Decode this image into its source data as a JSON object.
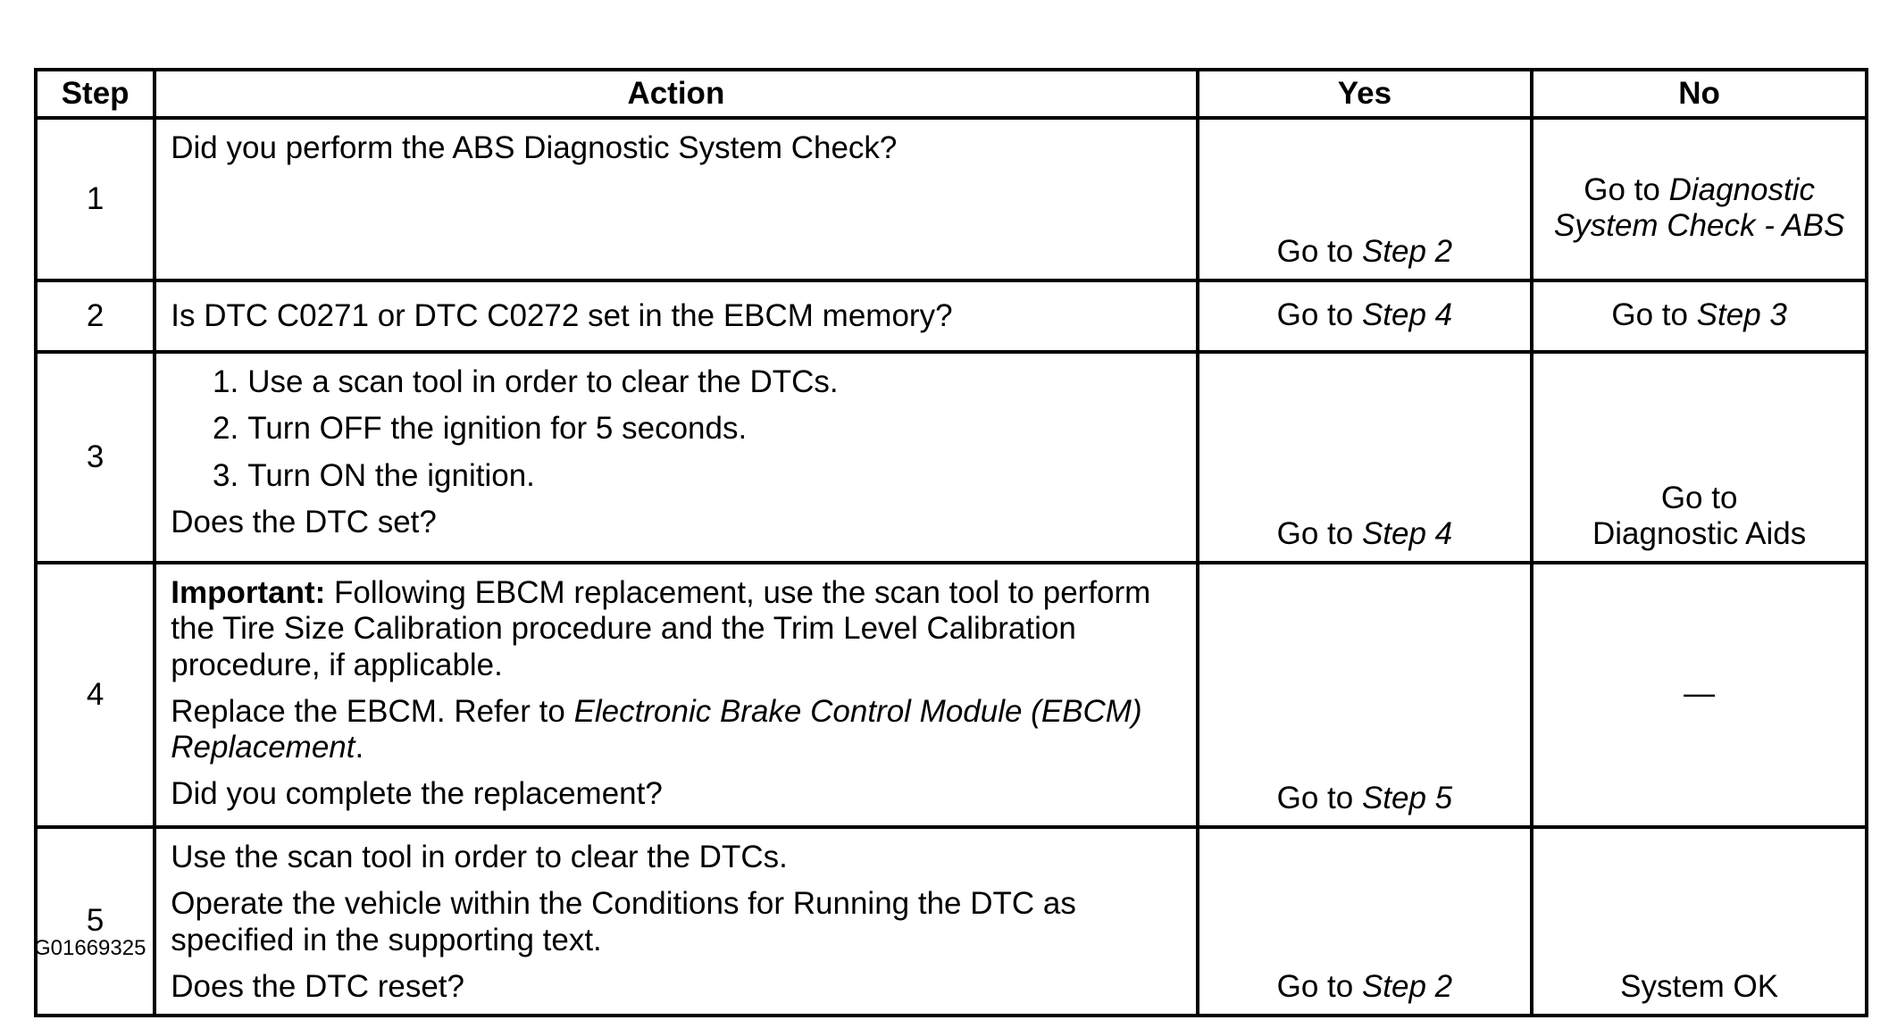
{
  "headers": {
    "step": "Step",
    "action": "Action",
    "yes": "Yes",
    "no": "No"
  },
  "rows": [
    {
      "step": "1",
      "action": "Did you perform the ABS Diagnostic System Check?",
      "yes_prefix": "Go to ",
      "yes_ref": "Step 2",
      "no_prefix": "Go to ",
      "no_ref": "Diagnostic System Check - ABS"
    },
    {
      "step": "2",
      "action": "Is DTC C0271 or DTC C0272 set in the EBCM memory?",
      "yes_prefix": "Go to ",
      "yes_ref": "Step 4",
      "no_prefix": "Go to ",
      "no_ref": "Step 3"
    },
    {
      "step": "3",
      "list": [
        {
          "num": "1.",
          "text": "Use a scan tool in order to clear the DTCs."
        },
        {
          "num": "2.",
          "text": "Turn OFF the ignition for 5 seconds."
        },
        {
          "num": "3.",
          "text": "Turn ON the ignition."
        }
      ],
      "question": "Does the DTC set?",
      "yes_prefix": "Go to ",
      "yes_ref": "Step 4",
      "no_line1": "Go to",
      "no_line2": "Diagnostic Aids"
    },
    {
      "step": "4",
      "important_label": "Important:",
      "important_text": " Following EBCM replacement, use the scan tool to perform the Tire Size Calibration procedure and the Trim Level Calibration procedure, if applicable.",
      "replace_prefix": "Replace the EBCM. Refer to ",
      "replace_ref": "Electronic Brake Control Module (EBCM) Replacement",
      "replace_suffix": ".",
      "question": "Did you complete the replacement?",
      "yes_prefix": "Go to ",
      "yes_ref": "Step 5",
      "no": "—"
    },
    {
      "step": "5",
      "line1": "Use the scan tool in order to clear the DTCs.",
      "line2": "Operate the vehicle within the Conditions for Running the DTC as specified in the supporting text.",
      "question": "Does the DTC reset?",
      "yes_prefix": "Go to ",
      "yes_ref": "Step 2",
      "no": "System OK"
    }
  ],
  "figure_id": "G01669325"
}
